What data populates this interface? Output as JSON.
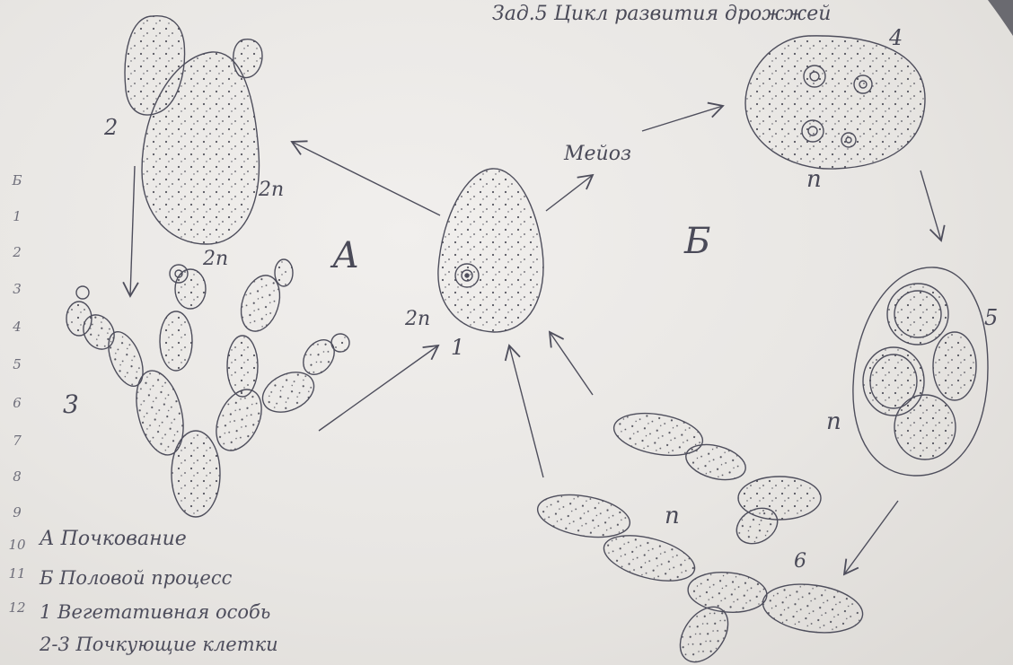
{
  "title": "Зад.5 Цикл развития дрожжей",
  "labels": {
    "n1": "1",
    "n2": "2",
    "n3": "3",
    "n4": "4",
    "n5": "5",
    "n6": "6",
    "ploidy_2n_a": "2n",
    "ploidy_2n_b": "2n",
    "ploidy_2n_c": "2n",
    "ploidy_n_4": "n",
    "ploidy_n_5": "n",
    "ploidy_n_6": "n",
    "pathway_a": "А",
    "pathway_b": "Б",
    "meiosis": "Мейоз"
  },
  "margin_numbers": [
    "Б",
    "1",
    "2",
    "3",
    "4",
    "5",
    "6",
    "7",
    "8",
    "9",
    "10",
    "11",
    "12"
  ],
  "legend": [
    "А Почкование",
    "Б Половой процесс",
    "1 Вегетативная особь",
    "2-3 Почкующие клетки"
  ],
  "colors": {
    "paper": "#e9e7e5",
    "pencil": "#4a4a58"
  }
}
